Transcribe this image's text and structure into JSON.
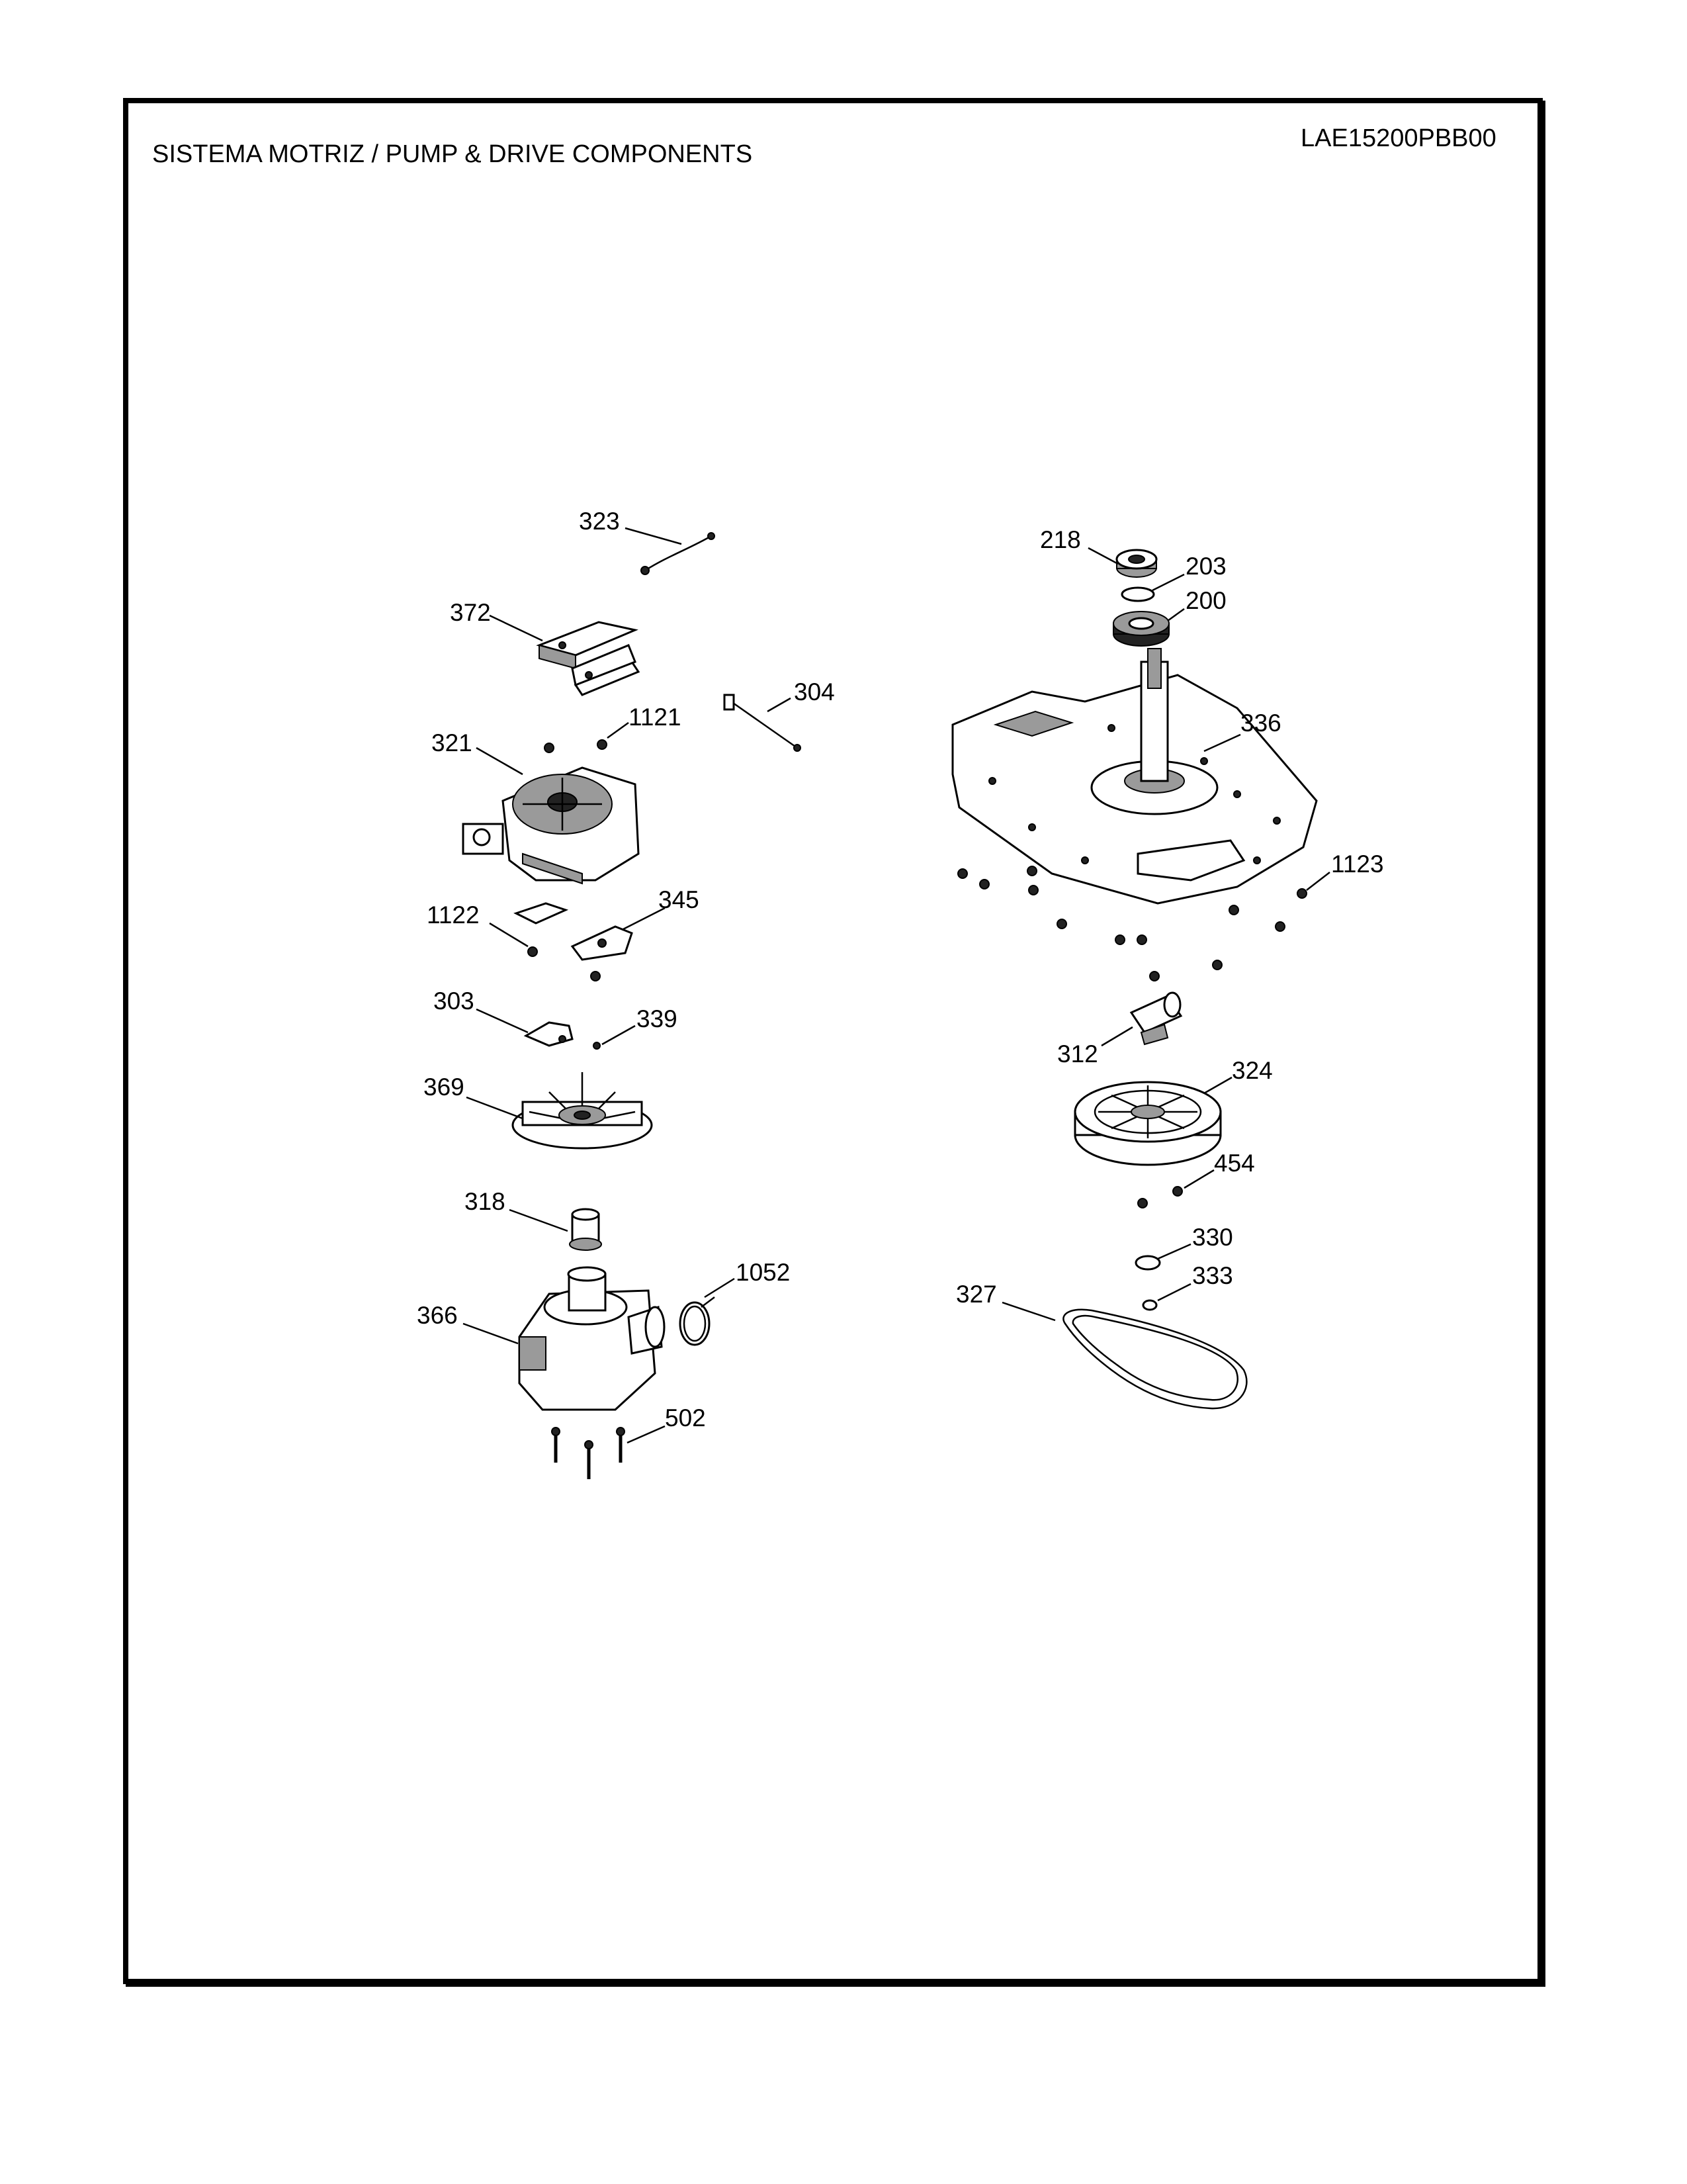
{
  "header": {
    "title": "SISTEMA MOTRIZ / PUMP  &  DRIVE COMPONENTS",
    "model": "LAE15200PBB00"
  },
  "callouts": [
    "323",
    "372",
    "304",
    "1121",
    "321",
    "1122",
    "345",
    "303",
    "339",
    "369",
    "318",
    "1052",
    "366",
    "502",
    "218",
    "203",
    "200",
    "336",
    "1123",
    "312",
    "324",
    "454",
    "330",
    "333",
    "327"
  ]
}
